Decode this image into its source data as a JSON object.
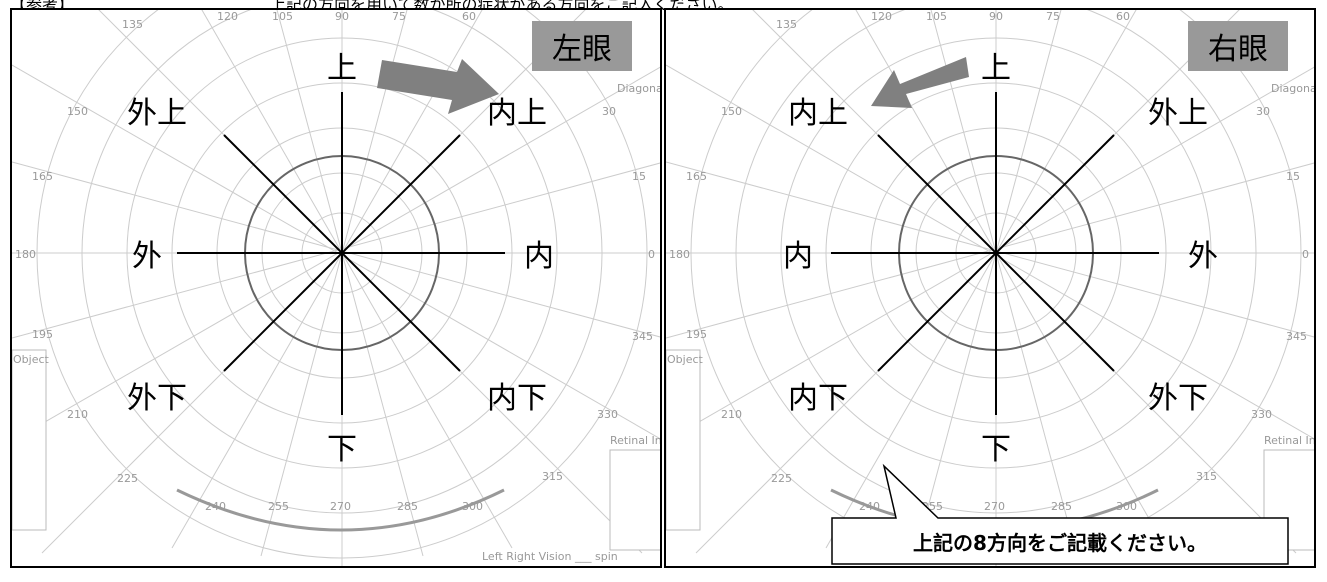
{
  "header_partial": [
    "【参考】",
    "上記の方向を用いて数か所の症状がある方向をご記入ください。"
  ],
  "left_panel": {
    "eye_label": "左眼",
    "directions": {
      "up": "上",
      "down": "下",
      "nasal": "内",
      "temporal": "外",
      "nasal_up": "内上",
      "nasal_down": "内下",
      "temporal_up": "外上",
      "temporal_down": "外下"
    },
    "bottom_note": "Left  Right  Vision  ___ spin"
  },
  "right_panel": {
    "eye_label": "右眼",
    "directions": {
      "up": "上",
      "down": "下",
      "nasal": "内",
      "temporal": "外",
      "nasal_up": "内上",
      "nasal_down": "内下",
      "temporal_up": "外上",
      "temporal_down": "外下"
    }
  },
  "callout": {
    "text": "上記の8方向をご記載ください。"
  },
  "chart_marks": {
    "angle_labels": [
      "135",
      "120",
      "105",
      "90",
      "75",
      "60",
      "150",
      "165",
      "180",
      "195",
      "210",
      "225",
      "240",
      "255",
      "270",
      "285",
      "300",
      "315",
      "330",
      "345",
      "0",
      "15",
      "30"
    ],
    "diagonal_label": "Diagonal",
    "left_table_title": "Object",
    "right_table_title": "Retinal Intensity"
  },
  "colors": {
    "arrow": "#808080",
    "tag_bg": "#999999",
    "grid": "#cccccc",
    "axis": "#000000"
  }
}
